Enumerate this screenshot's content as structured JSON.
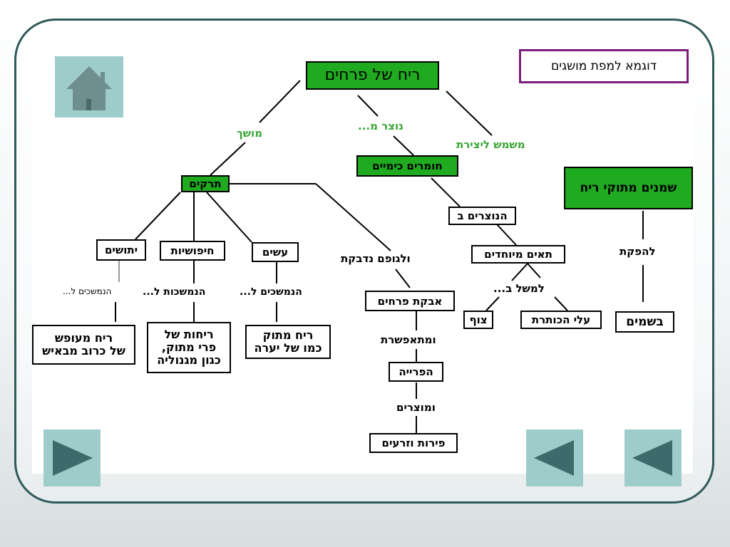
{
  "diagram": {
    "title": "דוגמא למפת מושגים",
    "nodes": {
      "root": "ריח של פרחים",
      "chem": "חומרים כימיים",
      "prod": "הנוצרים ב",
      "cells": "תאים מיוחדים",
      "tzuf": "צוף",
      "petals": "עלי הכותרת",
      "oils": "שמנים מתוקי ריח",
      "perfume": "בשמים",
      "scent": "תרקים",
      "insects": "יתושים",
      "bugs": "חיפושיות",
      "moths": "עשים",
      "pollen": "אבקת פרחים",
      "pollination": "הפרייה",
      "fruits": "פירות וזרעים",
      "rot_line1": "ריח מעופש",
      "rot_line2": "של כרוב מבאיש",
      "fruit_line1": "ריחות של",
      "fruit_line2": "פרי מתוק,",
      "fruit_line3": "כגון מגנוליה",
      "sweet_line1": "ריח מתוק",
      "sweet_line2": "כמו של יערה"
    },
    "labels": {
      "attracts": "מושך",
      "made_from": "נוצר מ...",
      "used_for": "משמש ליצירת",
      "to_produce": "להפקת",
      "for_example": "למשל ב...",
      "sticks": "ולגופם נדבקת",
      "enables": "ומתאפשרת",
      "and_produce": "ומוצרים",
      "drawn_m1": "הנמשכים ל...",
      "drawn_f": "הנמשכות ל...",
      "drawn_m2": "הנמשכים ל..."
    }
  },
  "nav": {
    "home_icon": "house-icon",
    "next_icon": "play-right-icon",
    "prev_icon": "play-left-icon"
  },
  "colors": {
    "node_green": "#1faa1f",
    "label_green": "#3aa537",
    "title_border": "#7a1f7a",
    "nav_button": "#9ecccb",
    "nav_icon": "#3d6b6b",
    "frame_border": "#2f5a5a"
  }
}
